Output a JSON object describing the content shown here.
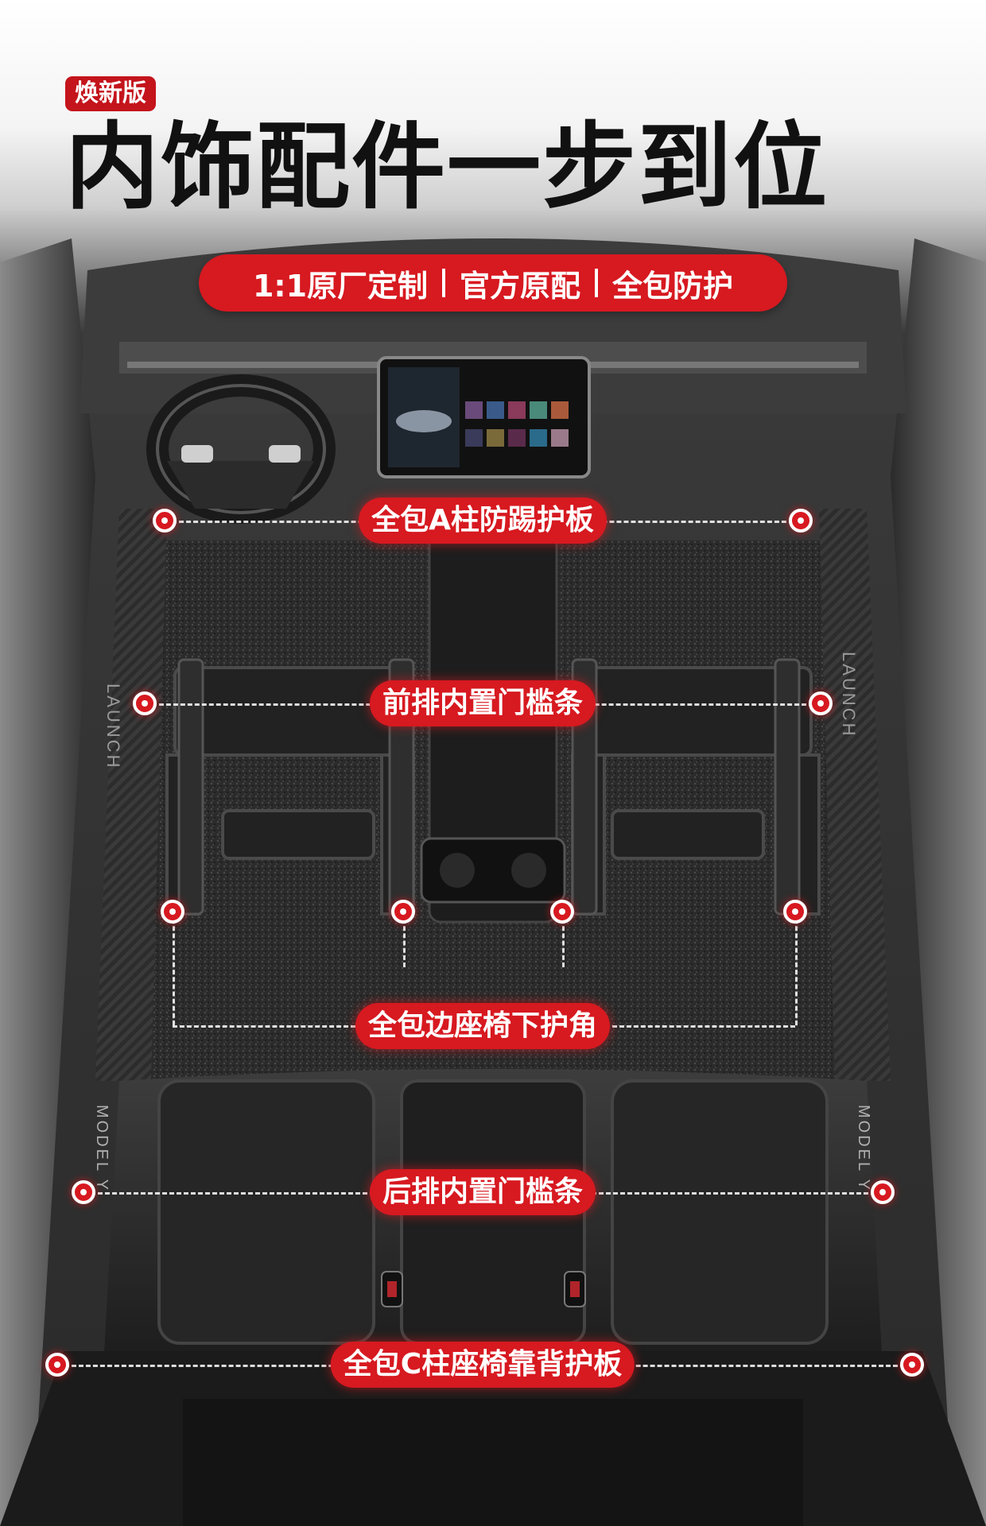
{
  "badge": "焕新版",
  "headline": "内饰配件一步到位",
  "features": [
    "1:1原厂定制",
    "官方原配",
    "全包防护"
  ],
  "embossed_text": {
    "front_sill": "LAUNCH",
    "rear_sill": "MODEL Y"
  },
  "callouts": {
    "a_pillar": "全包A柱防踢护板",
    "front_sill": "前排内置门槛条",
    "seat_corner": "全包边座椅下护角",
    "rear_sill": "后排内置门槛条",
    "c_pillar": "全包C柱座椅靠背护板"
  },
  "colors": {
    "accent": "#d71920",
    "headline": "#111111",
    "badge": "#c4141c"
  }
}
